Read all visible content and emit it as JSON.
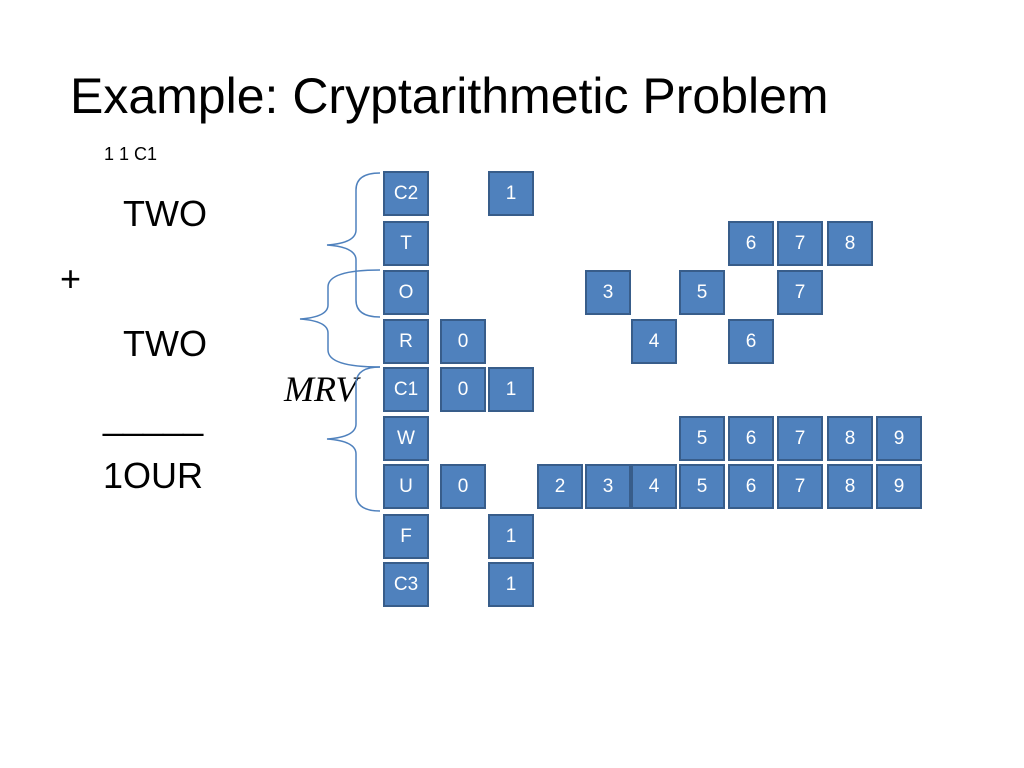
{
  "title": "Example: Cryptarithmetic Problem",
  "problem": {
    "carry_row": "1  1  C1",
    "addend1": "TWO",
    "plus": "+",
    "addend2": "TWO",
    "rule": "_____",
    "sum": "1OUR"
  },
  "annotation": "MRV",
  "domains": [
    {
      "variable": "C2",
      "values": [
        "1"
      ]
    },
    {
      "variable": "T",
      "values": [
        "6",
        "7",
        "8"
      ]
    },
    {
      "variable": "O",
      "values": [
        "3",
        "5",
        "7"
      ]
    },
    {
      "variable": "R",
      "values": [
        "0",
        "4",
        "6"
      ]
    },
    {
      "variable": "C1",
      "values": [
        "0",
        "1"
      ]
    },
    {
      "variable": "W",
      "values": [
        "5",
        "6",
        "7",
        "8",
        "9"
      ]
    },
    {
      "variable": "U",
      "values": [
        "0",
        "2",
        "3",
        "4",
        "5",
        "6",
        "7",
        "8",
        "9"
      ]
    },
    {
      "variable": "F",
      "values": [
        "1"
      ]
    },
    {
      "variable": "C3",
      "values": [
        "1"
      ]
    }
  ],
  "colors": {
    "cell_fill": "#4f81bd",
    "cell_border": "#385d8a",
    "brace": "#4f81bd"
  }
}
